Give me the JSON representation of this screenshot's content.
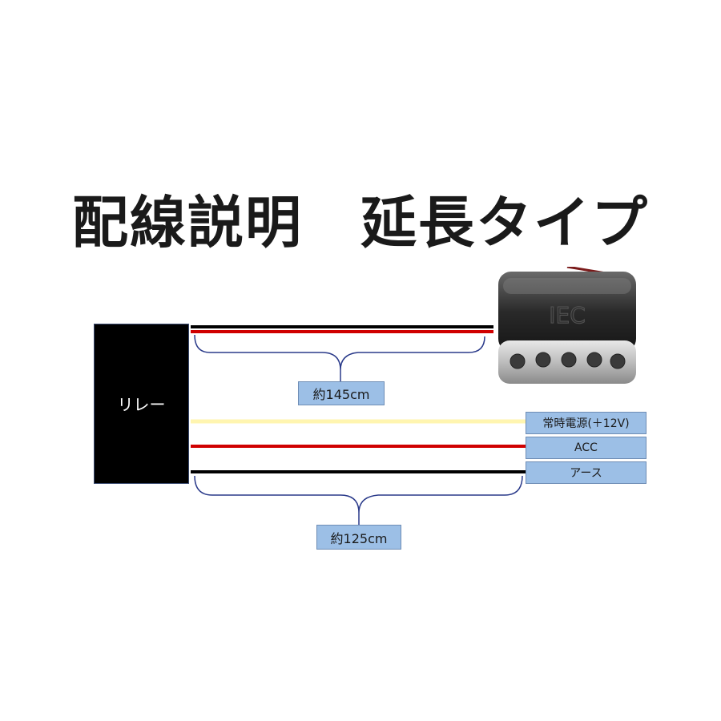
{
  "title": "配線説明　延長タイプ",
  "relay": {
    "label": "リレー"
  },
  "dimensions": {
    "upper_length": "約145cm",
    "lower_length": "約125cm"
  },
  "terminals": {
    "battery": "常時電源(＋12V)",
    "acc": "ACC",
    "ground": "アース"
  },
  "device": {
    "logo": "IEC"
  },
  "colors": {
    "red_wire": "#d00000",
    "black_wire": "#000000",
    "yellow_wire": "#fff5b0",
    "bracket": "#2a3a8a",
    "label_fill": "#9cbfe6"
  }
}
